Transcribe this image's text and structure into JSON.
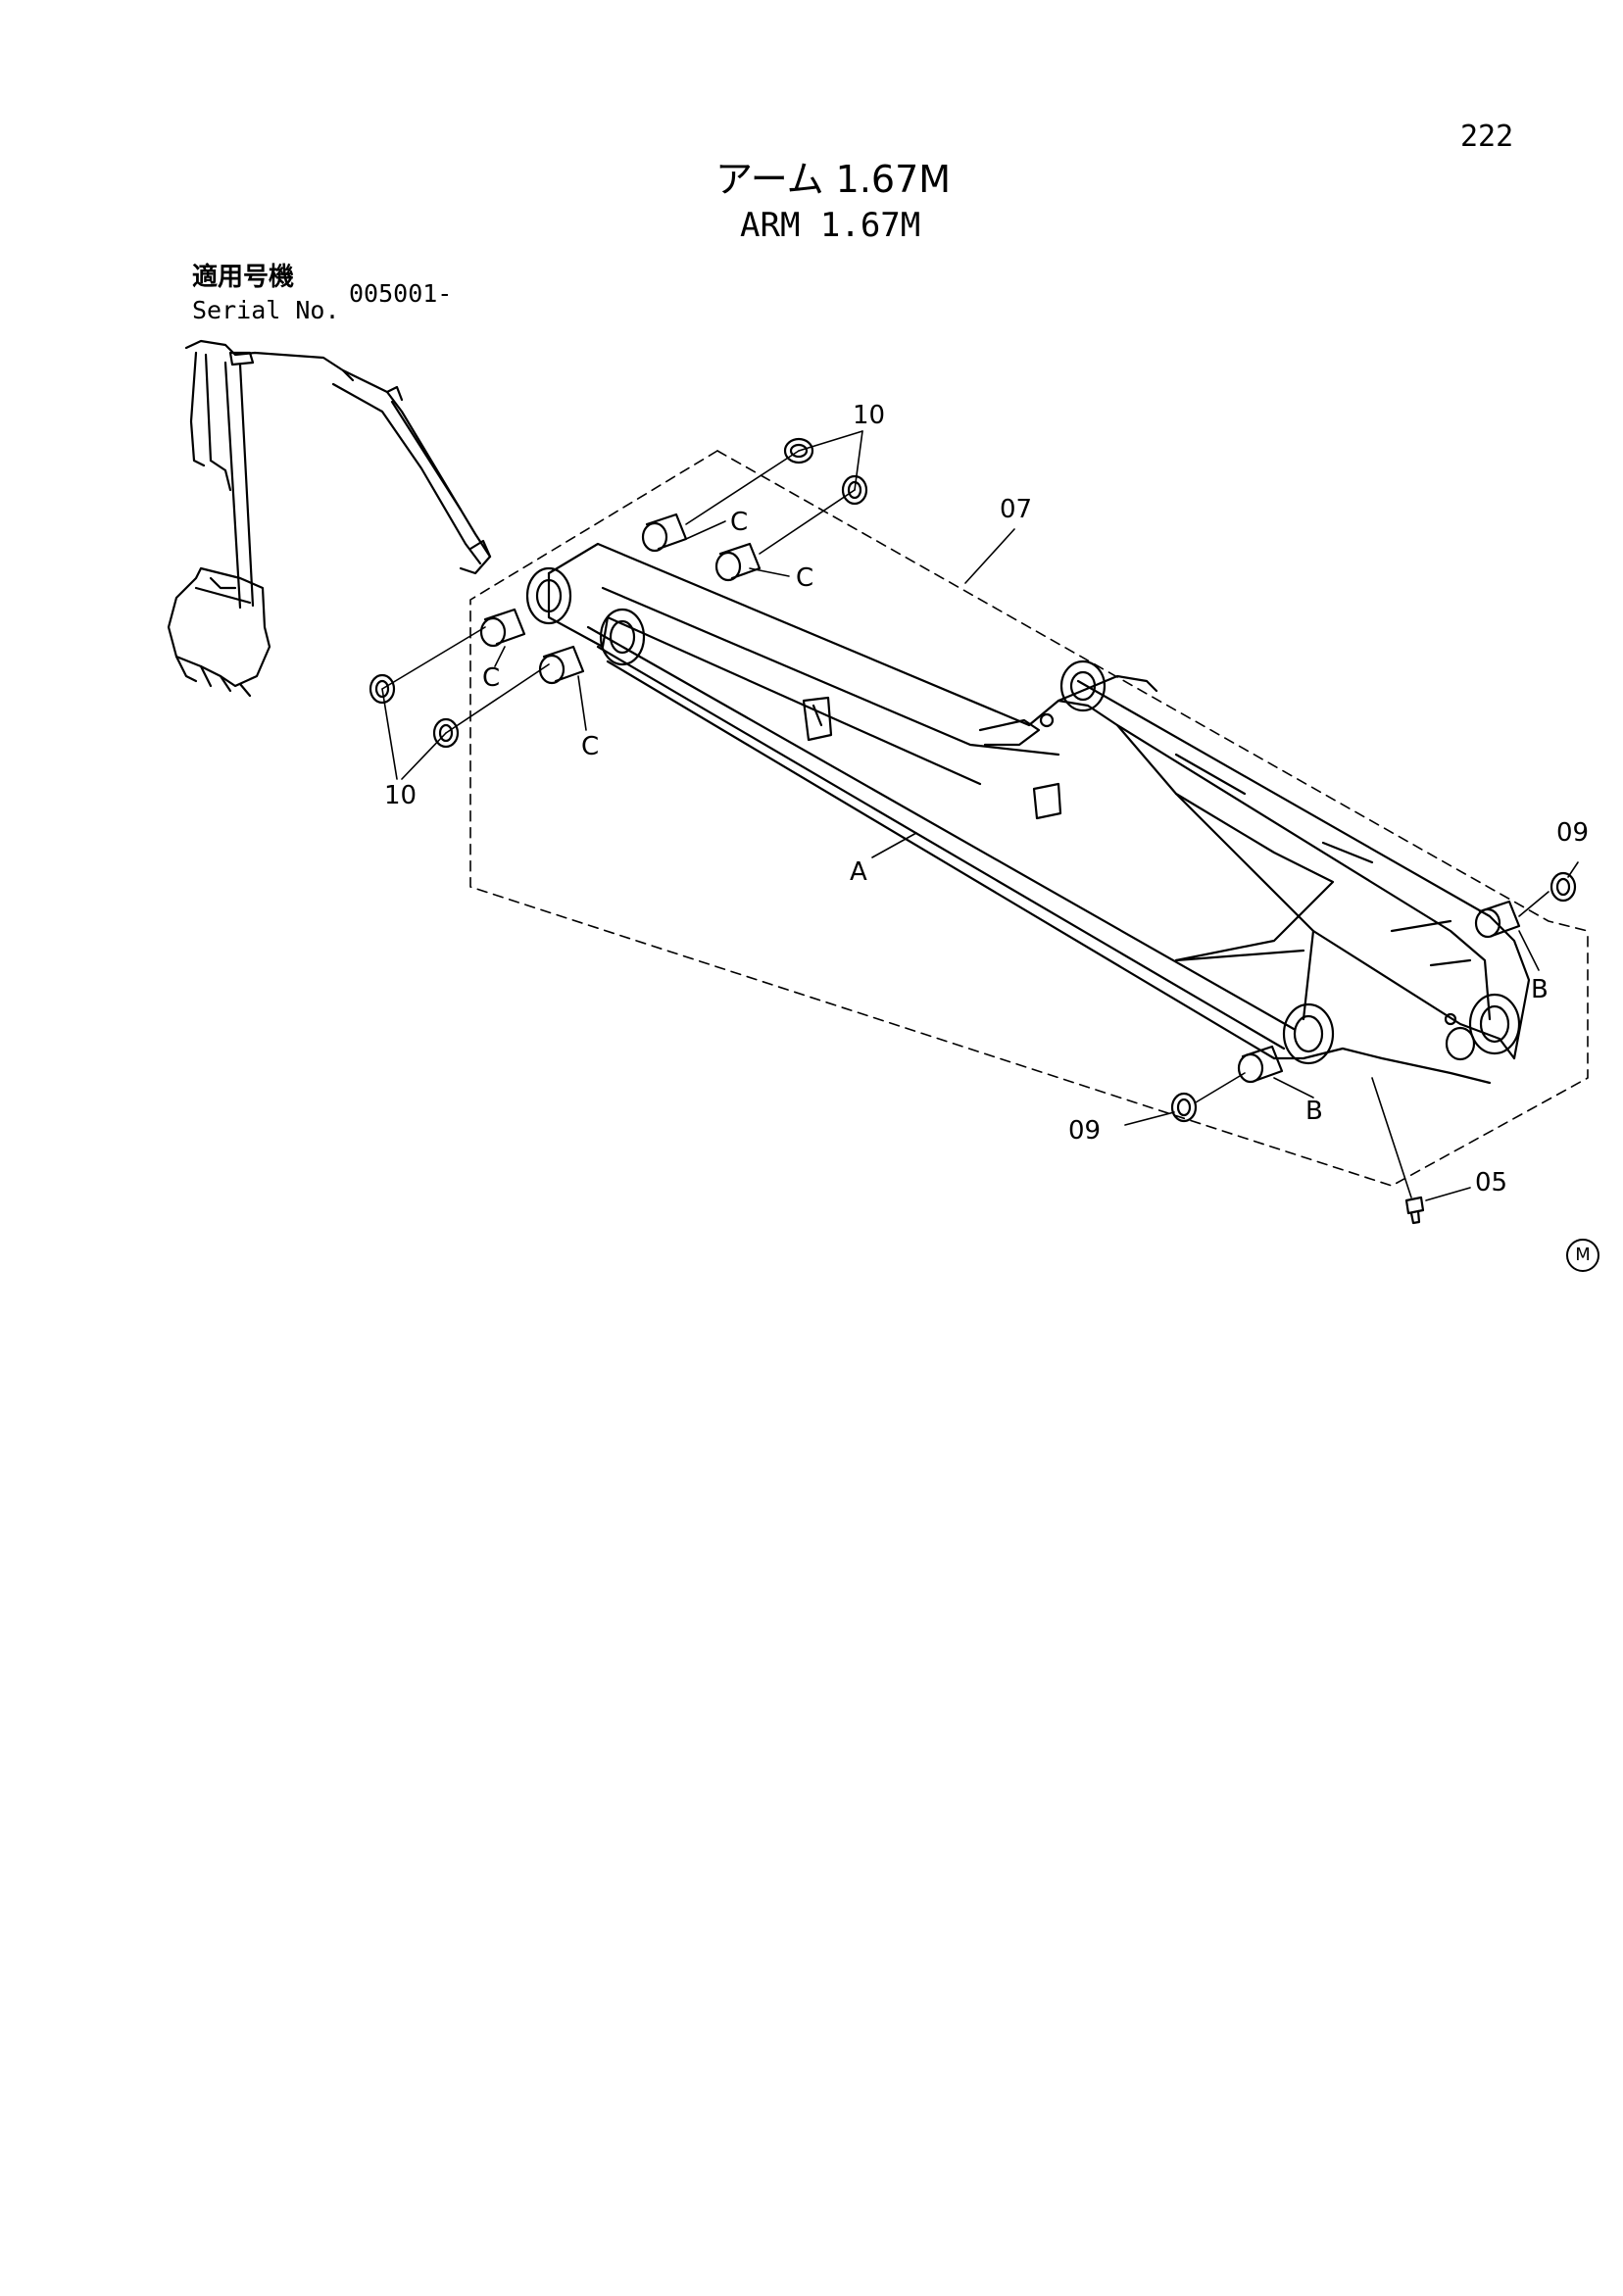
{
  "page": {
    "number": "222",
    "title_jp": "アーム 1.67M",
    "title_en": "ARM 1.67M"
  },
  "serial": {
    "label_jp": "適用号機",
    "label_en": "Serial No.",
    "value": "005001-"
  },
  "callouts": {
    "c07": "07",
    "c10_top": "10",
    "c10_bottom": "10",
    "c09_right": "09",
    "c09_left": "09",
    "c05": "05",
    "cA": "A",
    "cB_right": "B",
    "cB_left": "B",
    "cC_1": "C",
    "cC_2": "C",
    "cC_3": "C",
    "cC_4": "C"
  },
  "corner_mark": "M"
}
